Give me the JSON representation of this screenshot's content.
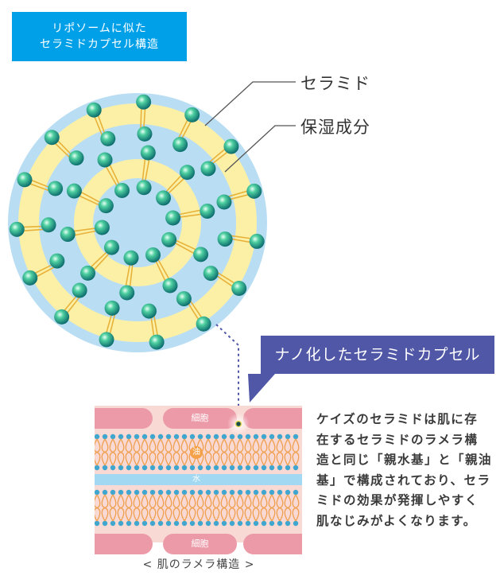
{
  "tag": {
    "line1": "リポソームに似た",
    "line2": "セラミドカプセル構造"
  },
  "labels": {
    "ceramide": "セラミド",
    "moisture": "保湿成分"
  },
  "callout": "ナノ化したセラミドカプセル",
  "description": "ケイズのセラミドは肌に存\n在するセラミドのラメラ構\n造と同じ「親水基」と「親油\n基」で構成されており、セラ\nミドの効果が発揮しやすく\n肌なじみがよくなります。",
  "lamella": {
    "cell_top": "細胞",
    "oil": "油",
    "water": "水",
    "cell_bottom": "細胞"
  },
  "caption": "< 肌のラメラ構造 >"
}
